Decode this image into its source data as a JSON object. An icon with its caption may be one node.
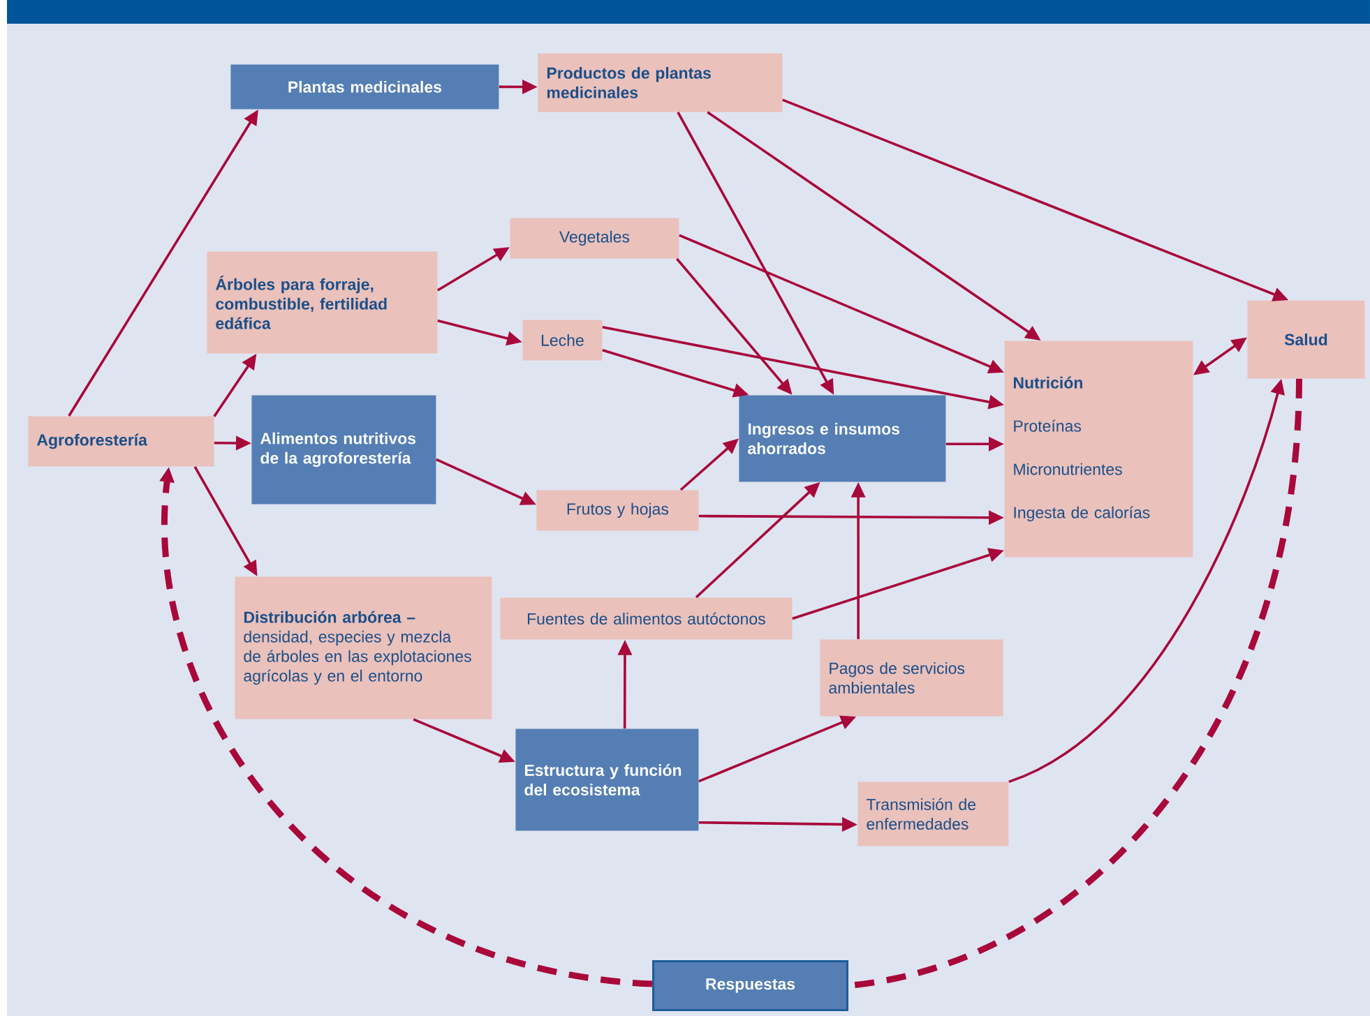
{
  "diagram": {
    "nodes": [
      {
        "text": [
          "Agroforestería"
        ]
      },
      {
        "text": [
          "Plantas medicinales"
        ]
      },
      {
        "text": [
          "Productos de plantas medicinales"
        ]
      },
      {
        "text": [
          "Árboles para forraje, combustible, fertilidad edáfica"
        ]
      },
      {
        "text": [
          "Vegetales"
        ]
      },
      {
        "text": [
          "Leche"
        ]
      },
      {
        "text": [
          "Alimentos nutritivos de la agroforestería"
        ]
      },
      {
        "text": [
          "Frutos y hojas"
        ]
      },
      {
        "text": [
          "Ingresos e insumos ahorrados"
        ]
      },
      {
        "text": [
          "Nutrición",
          "Proteínas",
          "Micronutrientes",
          "Ingesta de calorías"
        ]
      },
      {
        "text": [
          "Salud"
        ]
      },
      {
        "text": [
          "Distribución arbórea –",
          "densidad, especies y mezcla de árboles en las explotaciones agrícolas y en el entorno"
        ]
      },
      {
        "text": [
          "Fuentes de alimentos autóctonos"
        ]
      },
      {
        "text": [
          "Pagos de servicios ambientales"
        ]
      },
      {
        "text": [
          "Estructura y función del ecosistema"
        ]
      },
      {
        "text": [
          "Transmisión de enfermedades"
        ]
      },
      {
        "text": [
          "Respuestas"
        ]
      }
    ],
    "edges": [
      {
        "from": 0,
        "to": 1,
        "arrow": "to"
      },
      {
        "from": 0,
        "to": 3,
        "arrow": "to"
      },
      {
        "from": 0,
        "to": 6,
        "arrow": "to"
      },
      {
        "from": 0,
        "to": 11,
        "arrow": "to"
      },
      {
        "from": 1,
        "to": 2,
        "arrow": "to"
      },
      {
        "from": 2,
        "to": 8,
        "arrow": "to"
      },
      {
        "from": 2,
        "to": 9,
        "arrow": "to"
      },
      {
        "from": 2,
        "to": 10,
        "arrow": "to"
      },
      {
        "from": 3,
        "to": 4,
        "arrow": "to"
      },
      {
        "from": 3,
        "to": 5,
        "arrow": "to"
      },
      {
        "from": 4,
        "to": 8,
        "arrow": "to"
      },
      {
        "from": 4,
        "to": 9,
        "arrow": "to"
      },
      {
        "from": 5,
        "to": 8,
        "arrow": "to"
      },
      {
        "from": 5,
        "to": 9,
        "arrow": "to"
      },
      {
        "from": 6,
        "to": 7,
        "arrow": "to"
      },
      {
        "from": 7,
        "to": 8,
        "arrow": "to"
      },
      {
        "from": 7,
        "to": 9,
        "arrow": "to"
      },
      {
        "from": 8,
        "to": 9,
        "arrow": "to"
      },
      {
        "from": 9,
        "to": 10,
        "arrow": "both"
      },
      {
        "from": 11,
        "to": 14,
        "arrow": "to"
      },
      {
        "from": 12,
        "to": 8,
        "arrow": "to"
      },
      {
        "from": 12,
        "to": 9,
        "arrow": "to"
      },
      {
        "from": 13,
        "to": 8,
        "arrow": "to"
      },
      {
        "from": 14,
        "to": 12,
        "arrow": "to"
      },
      {
        "from": 14,
        "to": 13,
        "arrow": "to"
      },
      {
        "from": 14,
        "to": 15,
        "arrow": "to"
      },
      {
        "from": 15,
        "to": 10,
        "arrow": "to"
      },
      {
        "from": 10,
        "to": 16,
        "arrow": "none",
        "style": "dashed"
      },
      {
        "from": 16,
        "to": 0,
        "arrow": "to",
        "style": "dashed"
      }
    ]
  }
}
